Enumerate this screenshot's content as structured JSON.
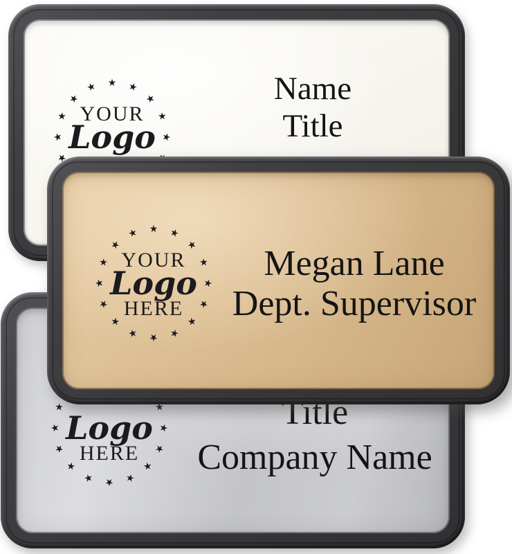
{
  "icons": {
    "star": "★"
  },
  "frame_color": "#3b3b3e",
  "badges": [
    {
      "style": "white",
      "plate_color": "#f7f5ef",
      "logo": {
        "top": "YOUR",
        "script": "Logo"
      },
      "line1": "Name",
      "line2": "Title"
    },
    {
      "style": "gold",
      "plate_color": "#d9bb90",
      "logo": {
        "top": "YOUR",
        "script": "Logo",
        "bottom": "HERE"
      },
      "line1": "Megan Lane",
      "line2": "Dept. Supervisor"
    },
    {
      "style": "silver",
      "plate_color": "#c6c7cb",
      "logo": {
        "script": "Logo",
        "bottom": "HERE"
      },
      "line1": "Title",
      "line2": "Company Name"
    }
  ]
}
